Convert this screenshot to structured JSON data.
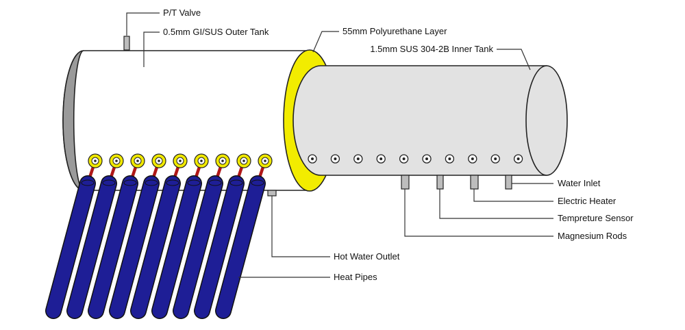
{
  "labels": {
    "pt_valve": "P/T Valve",
    "outer_tank": "0.5mm GI/SUS Outer Tank",
    "pu_layer": "55mm Polyurethane Layer",
    "inner_tank": "1.5mm SUS 304-2B Inner Tank",
    "water_inlet": "Water Inlet",
    "electric_heater": "Electric Heater",
    "temperature_sensor": "Tempreture Sensor",
    "magnesium_rods": "Magnesium Rods",
    "hot_water_outlet": "Hot Water Outlet",
    "heat_pipes": "Heat Pipes"
  },
  "colors": {
    "outer_tank_body": "#ffffff",
    "outer_tank_end": "#9a9a9a",
    "inner_tank": "#e2e2e2",
    "pu_layer": "#f2ec00",
    "tube": "#1e1e96",
    "heat_pipe": "#b01818",
    "port_ring": "#f0e800",
    "fitting": "#bdbdbd"
  },
  "counts": {
    "vacuum_tubes": 9,
    "inner_tank_ports": 10
  }
}
